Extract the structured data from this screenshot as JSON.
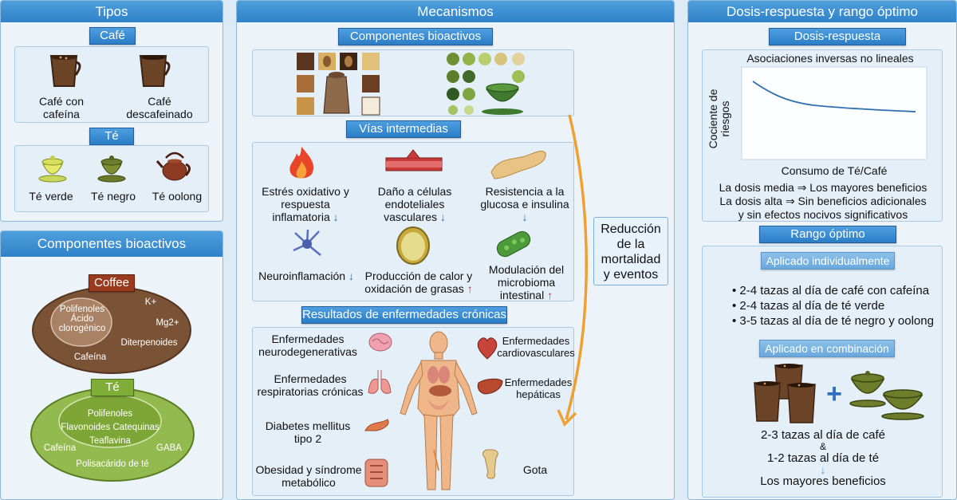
{
  "tipos": {
    "title": "Tipos",
    "coffee_tag": "Café",
    "coffee_items": [
      "Café con cafeína",
      "Café descafeinado"
    ],
    "tea_tag": "Té",
    "tea_items": [
      "Té verde",
      "Té negro",
      "Té oolong"
    ]
  },
  "components_panel": {
    "title": "Componentes bioactivos",
    "coffee_tag": "Coffee",
    "coffee_inner": "Polifenoles Ácido clorogénico",
    "coffee_k": "K+",
    "coffee_mg": "Mg2+",
    "coffee_diterp": "Diterpenoides",
    "coffee_caf": "Cafeína",
    "tea_tag": "Té",
    "tea_inner": [
      "Polifenoles",
      "Flavonoides Catequinas",
      "Teaflavina"
    ],
    "tea_caf": "Cafeína",
    "tea_gaba": "GABA",
    "tea_poly": "Polisacárido de té"
  },
  "mecanismos": {
    "title": "Mecanismos",
    "comp_tag": "Componentes bioactivos",
    "vias_tag": "Vías intermedias",
    "pathways": [
      {
        "text": "Estrés oxidativo y respuesta inflamatoria",
        "arrow": "↓"
      },
      {
        "text": "Daño a células endoteliales vasculares",
        "arrow": "↓"
      },
      {
        "text": "Resistencia a la glucosa e insulina",
        "arrow": "↓"
      },
      {
        "text": "Neuroinflamación",
        "arrow": "↓"
      },
      {
        "text": "Producción de calor y oxidación de grasas",
        "arrow": "↑"
      },
      {
        "text": "Modulación del microbioma intestinal",
        "arrow": "↑"
      }
    ],
    "reduction": "Reducción de la mortalidad y eventos",
    "results_tag": "Resultados de enfermedades crónicas",
    "diseases": [
      "Enfermedades neurodegenerativas",
      "Enfermedades respiratorias crónicas",
      "Diabetes mellitus tipo 2",
      "Obesidad y síndrome metabólico",
      "Enfermedades cardiovasculares",
      "Enfermedades hepáticas",
      "Gota"
    ]
  },
  "dosis": {
    "title": "Dosis-respuesta y rango óptimo",
    "dr_tag": "Dosis-respuesta",
    "chart_title": "Asociaciones inversas no lineales",
    "ylabel": "Cociente de riesgos",
    "xlabel": "Consumo de Té/Café",
    "note1": "La dosis media ⇒ Los mayores beneficios",
    "note2": "La dosis alta ⇒ Sin beneficios adicionales",
    "note3": "y sin efectos nocivos significativos",
    "rango_tag": "Rango óptimo",
    "indiv_tag": "Aplicado individualmente",
    "indiv_items": [
      "2-4 tazas al día de café con cafeína",
      "2-4 tazas al día de té verde",
      "3-5 tazas al día de té negro y oolong"
    ],
    "comb_tag": "Aplicado en combinación",
    "plus": "+",
    "comb_line1": "2-3 tazas al día de café",
    "amp": "&",
    "comb_line2": "1-2 tazas al día de té",
    "arrow": "↓",
    "comb_result": "Los mayores beneficios"
  },
  "colors": {
    "header_blue": "#2f82c8",
    "coffee_brown": "#7a5236",
    "tea_green": "#8bb84a",
    "arrow_orange": "#f0a030",
    "down_blue": "#2a6fb5",
    "up_red": "#c0392b"
  }
}
